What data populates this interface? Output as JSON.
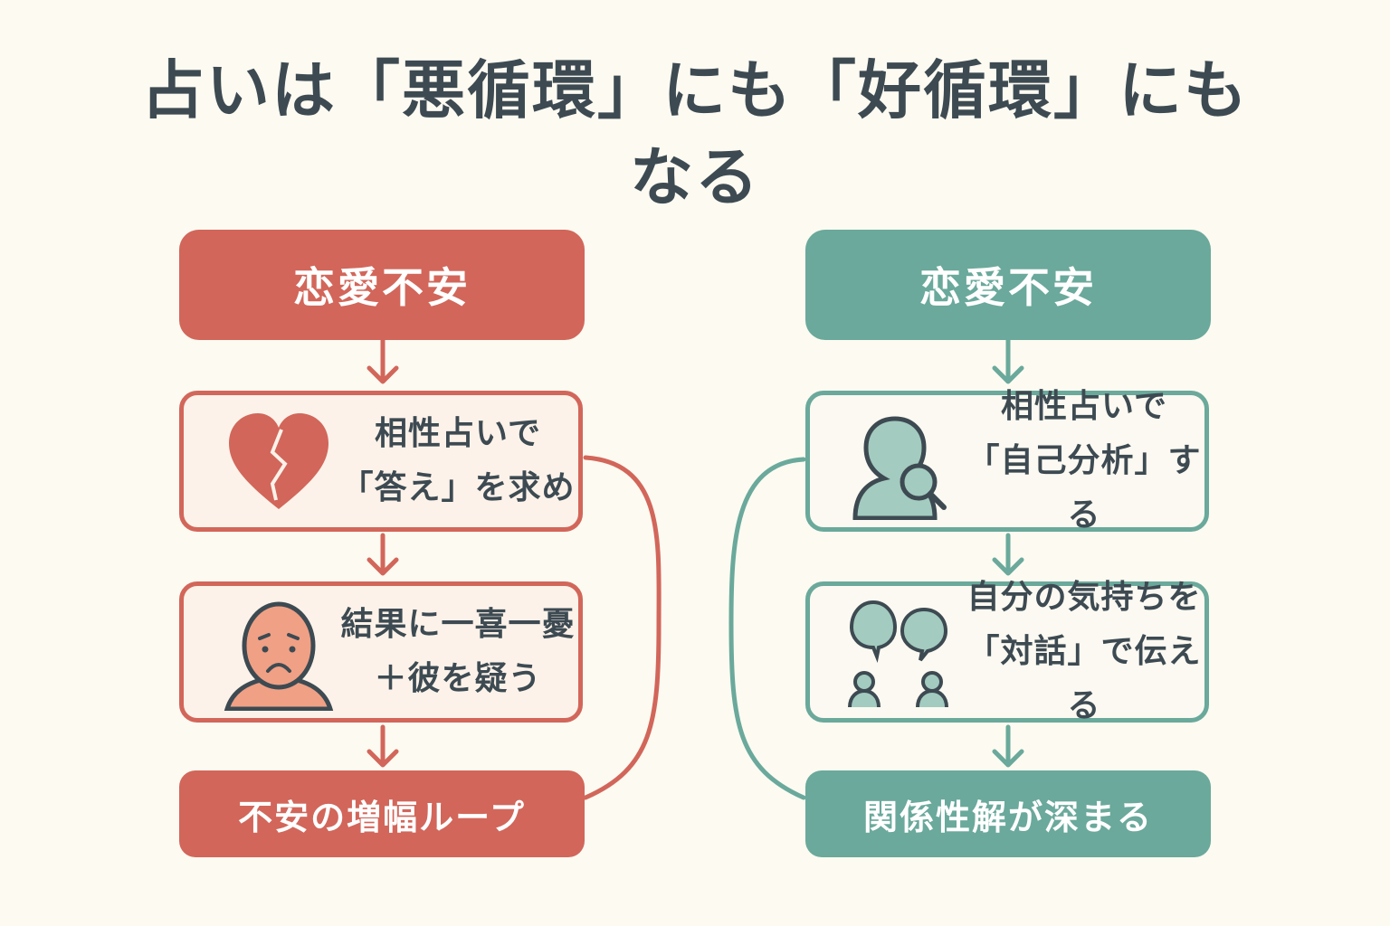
{
  "title": {
    "line1": "占いは「悪循環」にも「好循環」にも",
    "line2": "なる"
  },
  "colors": {
    "negative": "#d2665a",
    "positive": "#6aa99b",
    "text": "#3d4a52",
    "background": "#fcfaf1"
  },
  "left_flow": {
    "header": "恋愛不安",
    "step1": {
      "icon": "broken-heart-icon",
      "line1": "相性占いで",
      "line2": "「答え」を求め"
    },
    "step2": {
      "icon": "worried-person-icon",
      "line1": "結果に一喜一憂",
      "line2": "＋彼を疑う"
    },
    "result": "不安の増幅ループ"
  },
  "right_flow": {
    "header": "恋愛不安",
    "step1": {
      "icon": "person-magnifier-icon",
      "line1": "相性占いで",
      "line2": "「自己分析」する"
    },
    "step2": {
      "icon": "dialogue-icon",
      "line1": "自分の気持ちを",
      "line2": "「対話」で伝える"
    },
    "result": "関係性解が深まる"
  }
}
